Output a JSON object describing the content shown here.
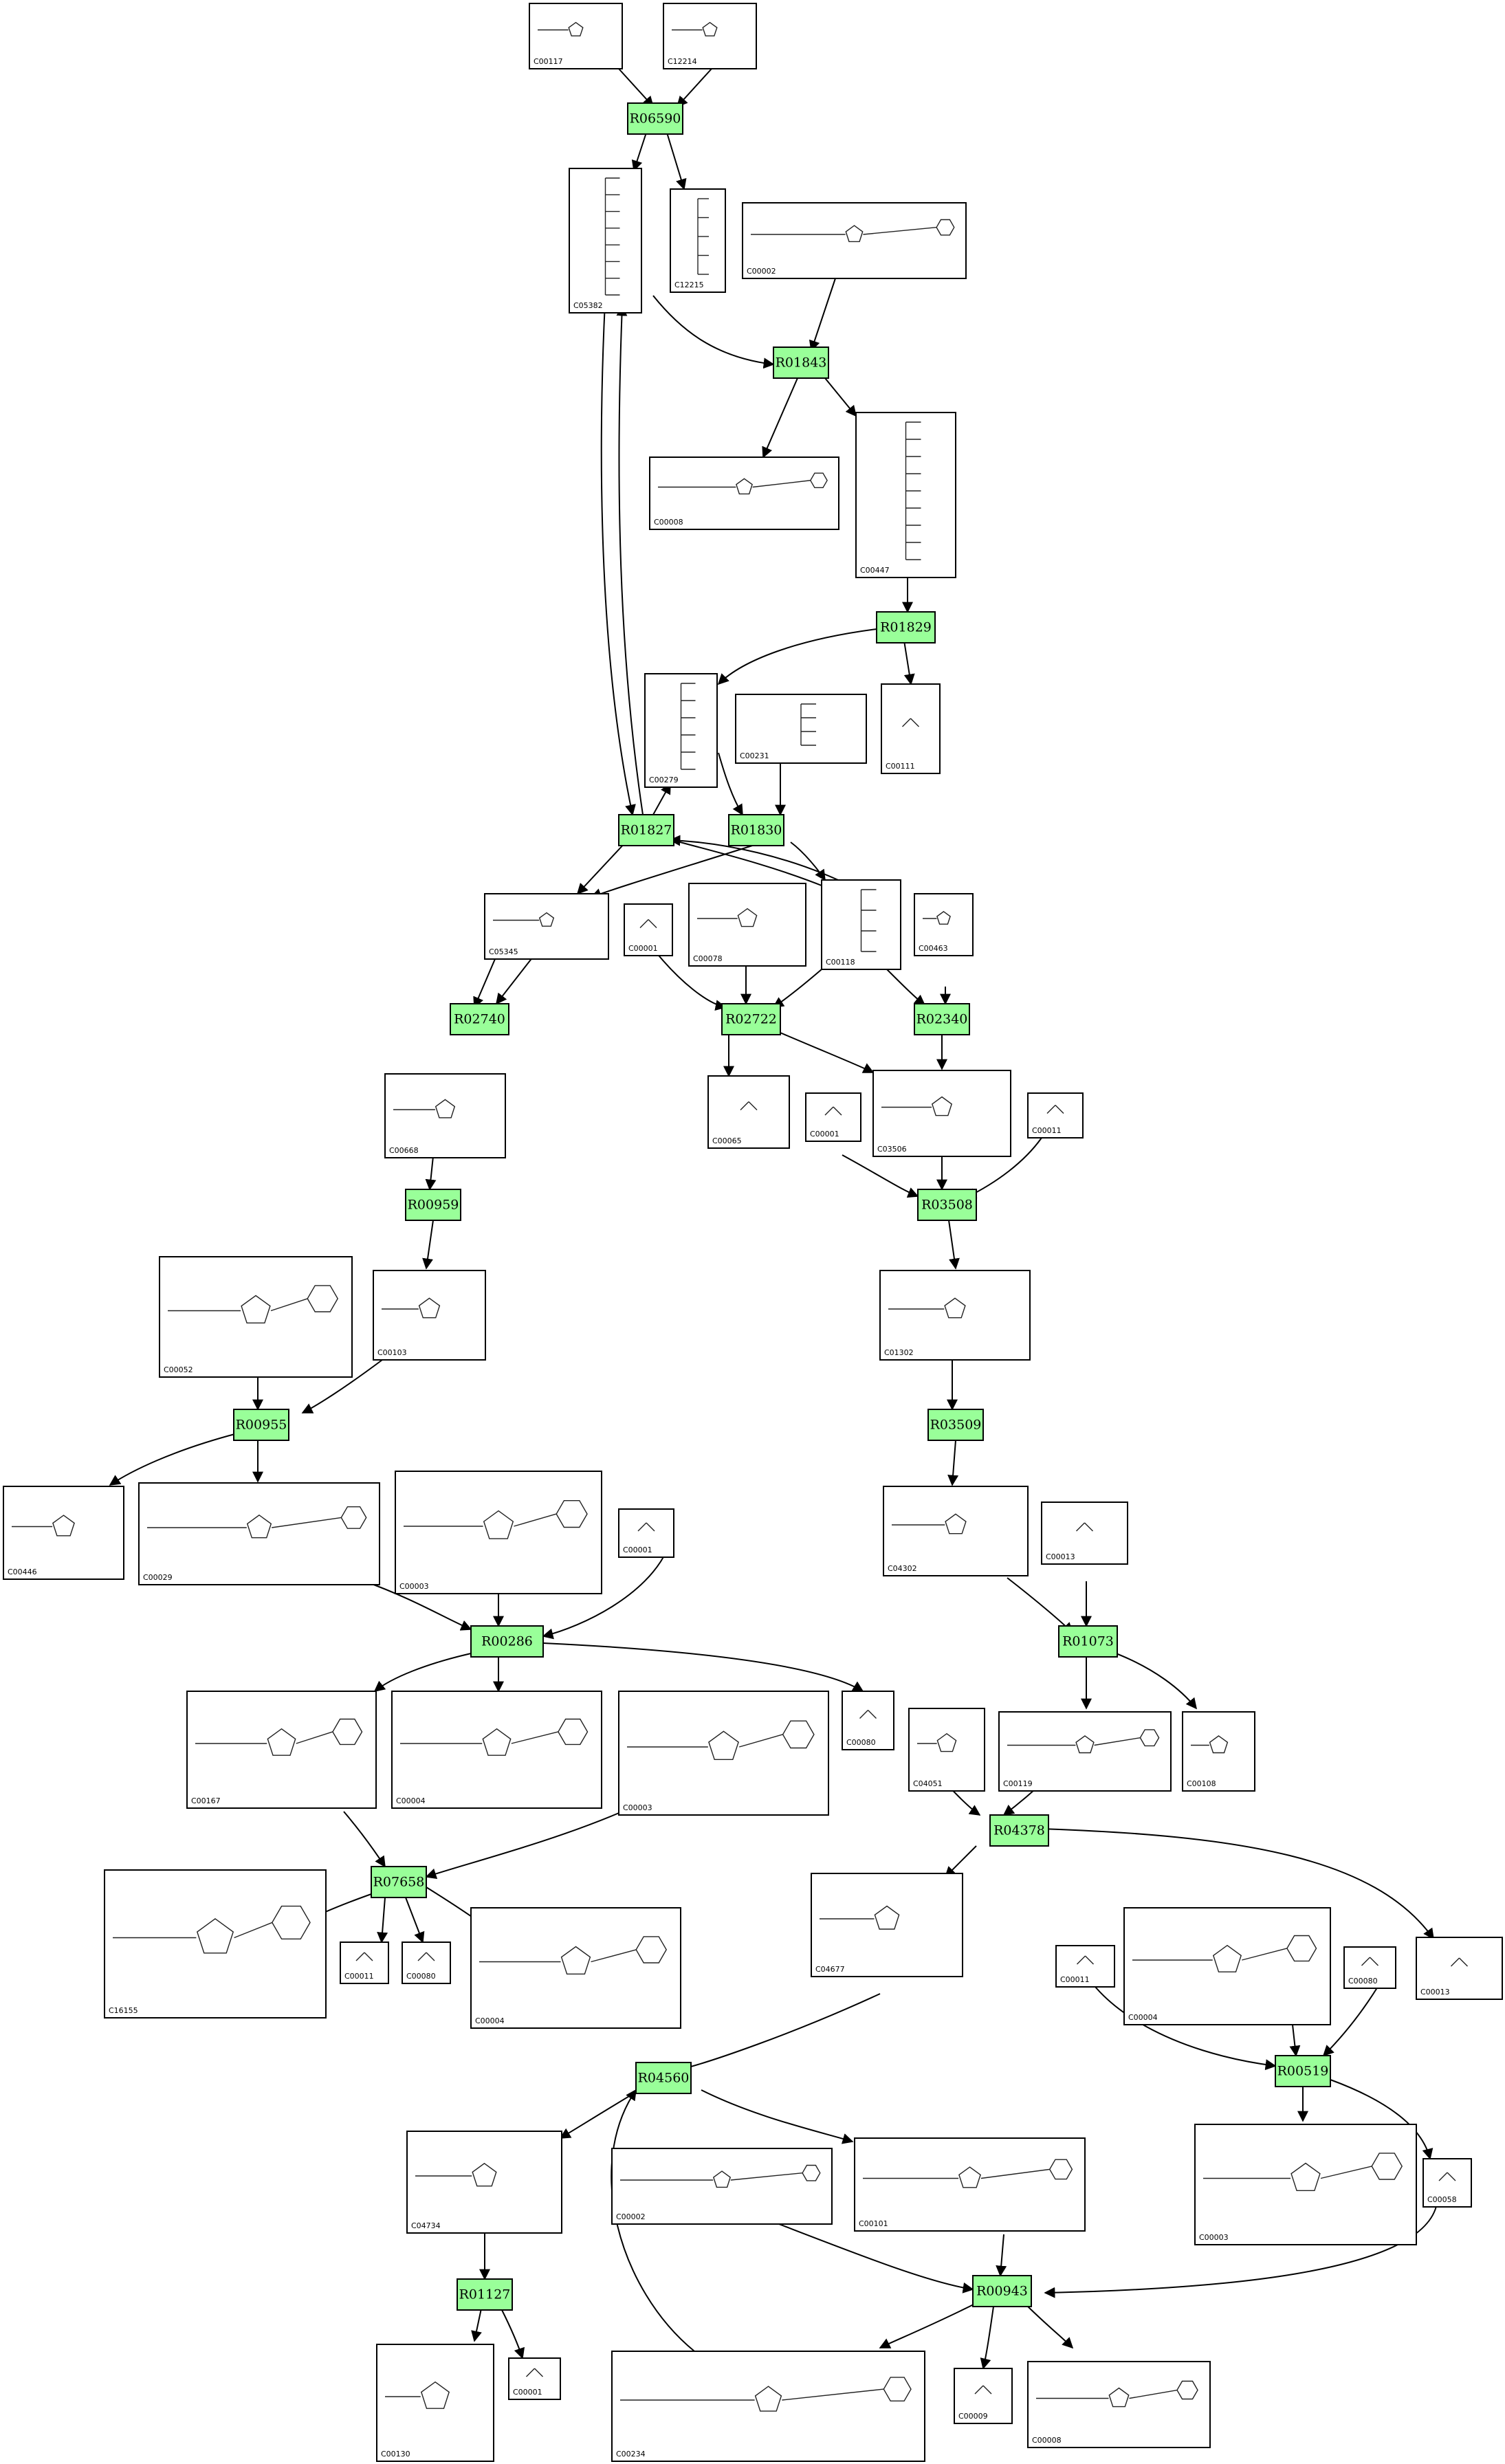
{
  "reactions": [
    "R06590",
    "R01843",
    "R01829",
    "R01827",
    "R01830",
    "R02740",
    "R02722",
    "R02340",
    "R00959",
    "R03508",
    "R00955",
    "R03509",
    "R00286",
    "R01073",
    "R07658",
    "R04378",
    "R04560",
    "R00519",
    "R01127",
    "R00943"
  ],
  "compounds": [
    "C00117",
    "C12214",
    "C05382",
    "C12215",
    "C00002",
    "C00008",
    "C00447",
    "C00279",
    "C00231",
    "C00111",
    "C05345",
    "C00001",
    "C00078",
    "C00118",
    "C00463",
    "C00668",
    "C00065",
    "C00001",
    "C03506",
    "C00011",
    "C00052",
    "C00103",
    "C01302",
    "C00446",
    "C00029",
    "C00003",
    "C00001",
    "C04302",
    "C00013",
    "C00167",
    "C00004",
    "C00003",
    "C00080",
    "C04051",
    "C00119",
    "C00108",
    "C16155",
    "C00011",
    "C00080",
    "C00004",
    "C04677",
    "C00011",
    "C00004",
    "C00080",
    "C00013",
    "C04734",
    "C00002",
    "C00101",
    "C00003",
    "C00058",
    "C00130",
    "C00001",
    "C00234",
    "C00009",
    "C00008"
  ]
}
